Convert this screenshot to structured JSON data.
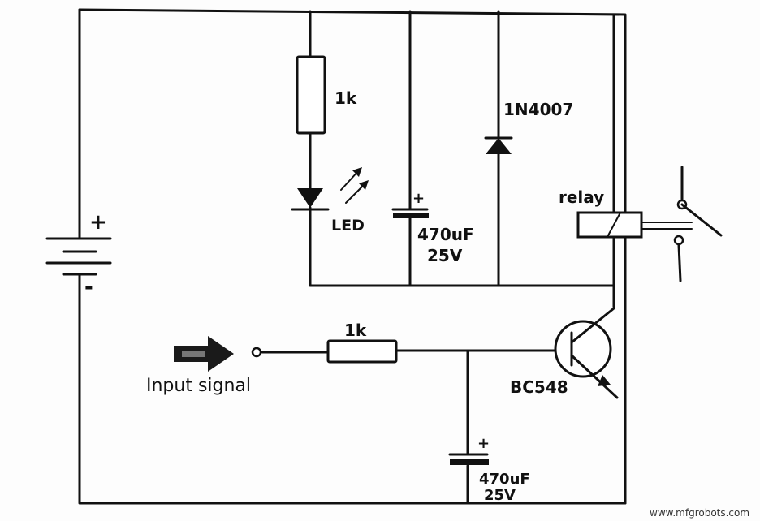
{
  "labels": {
    "r_top": "1k",
    "led": "LED",
    "cap_top_value": "470uF",
    "cap_top_voltage": "25V",
    "diode": "1N4007",
    "relay": "relay",
    "r_bottom": "1k",
    "transistor": "BC548",
    "input": "Input signal",
    "cap_bottom_value": "470uF",
    "cap_bottom_voltage": "25V",
    "battery_plus": "+",
    "battery_minus": "-",
    "cap_top_plus": "+",
    "cap_bottom_plus": "+"
  },
  "watermark": "www.mfgrobots.com"
}
